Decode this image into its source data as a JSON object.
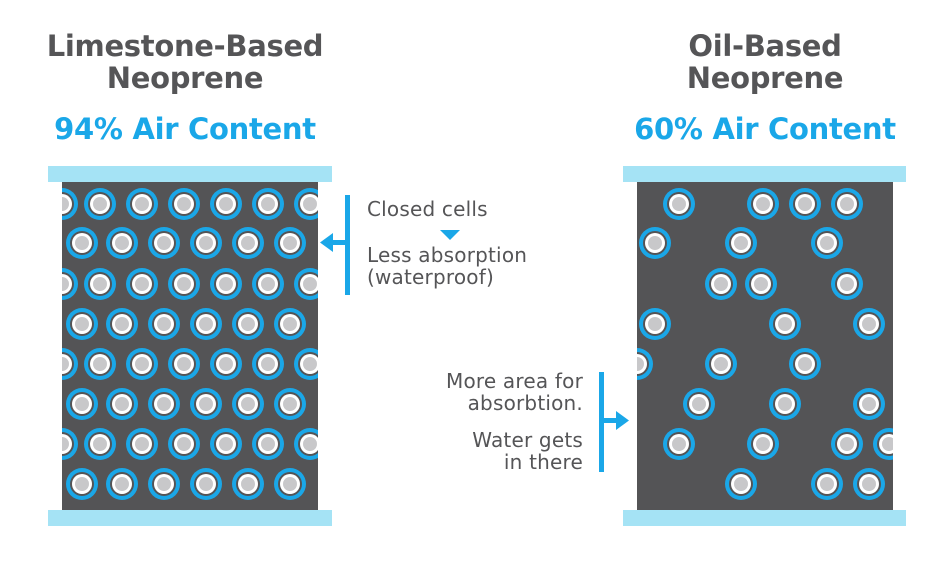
{
  "left": {
    "title_line1": "Limestone-Based",
    "title_line2": "Neoprene",
    "air_content": "94% Air Content"
  },
  "right": {
    "title_line1": "Oil-Based",
    "title_line2": "Neoprene",
    "air_content": "60% Air Content"
  },
  "annotations": {
    "closed_cells": "Closed cells",
    "less_absorption_line1": "Less absorption",
    "less_absorption_line2": "(waterproof)",
    "more_area_line1": "More area for",
    "more_area_line2": "absorbtion.",
    "water_gets_line1": "Water gets",
    "water_gets_line2": "in there"
  },
  "colors": {
    "accent": "#1aa7e8",
    "cap": "#a5e3f5",
    "panel": "#545456",
    "text": "#555557"
  }
}
